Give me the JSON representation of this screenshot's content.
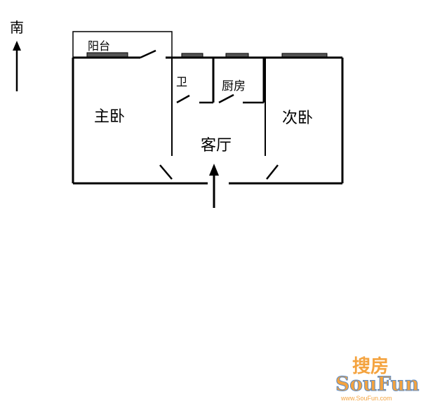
{
  "compass": {
    "label": "南"
  },
  "rooms": {
    "balcony": "阳台",
    "master_bedroom": "主卧",
    "bathroom": "卫",
    "kitchen": "厨房",
    "living_room": "客厅",
    "second_bedroom": "次卧"
  },
  "watermark": {
    "logo_cn": "搜房",
    "logo_en": "SouFun",
    "url": "www.SouFun.com",
    "colors": {
      "orange": "#f39a2b",
      "blue": "#4a7fc1"
    }
  },
  "colors": {
    "wall": "#000000",
    "window": "#555555",
    "background": "#ffffff"
  }
}
